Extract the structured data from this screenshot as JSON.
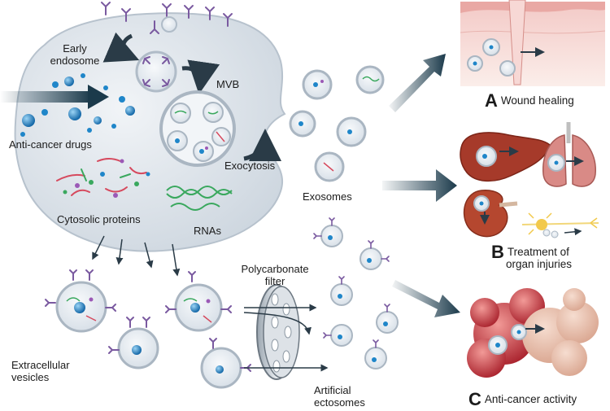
{
  "labels": {
    "early_endosome_1": "Early",
    "early_endosome_2": "endosome",
    "mvb": "MVB",
    "anti_cancer_drugs": "Anti-cancer drugs",
    "exocytosis": "Exocytosis",
    "exosomes": "Exosomes",
    "cytosolic_proteins": "Cytosolic proteins",
    "rnas": "RNAs",
    "polycarbonate_filter_1": "Polycarbonate",
    "polycarbonate_filter_2": "filter",
    "extracellular_vesicles_1": "Extracellular",
    "extracellular_vesicles_2": "vesicles",
    "artificial_ectosomes_1": "Artificial",
    "artificial_ectosomes_2": "ectosomes"
  },
  "panels": {
    "a": {
      "letter": "A",
      "title": "Wound healing"
    },
    "b": {
      "letter": "B",
      "title_1": "Treatment of",
      "title_2": "organ injuries"
    },
    "c": {
      "letter": "C",
      "title": "Anti-cancer activity"
    }
  },
  "colors": {
    "cell_fill": "#e1e7ed",
    "receptor": "#7a5aa0",
    "vesicle_rim": "#c3cdd8",
    "drug_blue": "#1f86c9",
    "arrow_dark": "#1b3a4b",
    "rna_green": "#3aa85e",
    "protein_red": "#d64a5e",
    "tissue_red": "#c0392b"
  }
}
